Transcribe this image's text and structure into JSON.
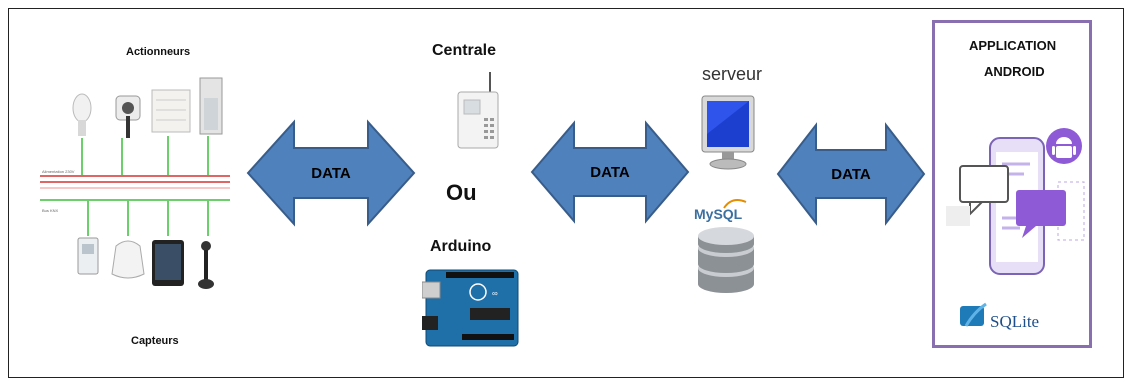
{
  "left_panel": {
    "actuators_label": "Actionneurs",
    "sensors_label": "Capteurs",
    "bus_label_top": "Alimentation 230V",
    "bus_label_bottom": "Bus KNX"
  },
  "arrows": [
    {
      "label": "DATA"
    },
    {
      "label": "DATA"
    },
    {
      "label": "DATA"
    }
  ],
  "middle": {
    "centrale_label": "Centrale",
    "or_label": "Ou",
    "arduino_label": "Arduino"
  },
  "server": {
    "label": "serveur",
    "mysql_label": "MySQL"
  },
  "app": {
    "title_line1": "APPLICATION",
    "title_line2": "ANDROID",
    "sqlite_label": "SQLite"
  },
  "colors": {
    "arrow_fill": "#4f81bd",
    "arrow_stroke": "#385d8a",
    "app_border": "#8a6fb0",
    "android_purple": "#8e5ad6",
    "wire_red": "#e06666",
    "wire_green": "#6bcf6b"
  }
}
